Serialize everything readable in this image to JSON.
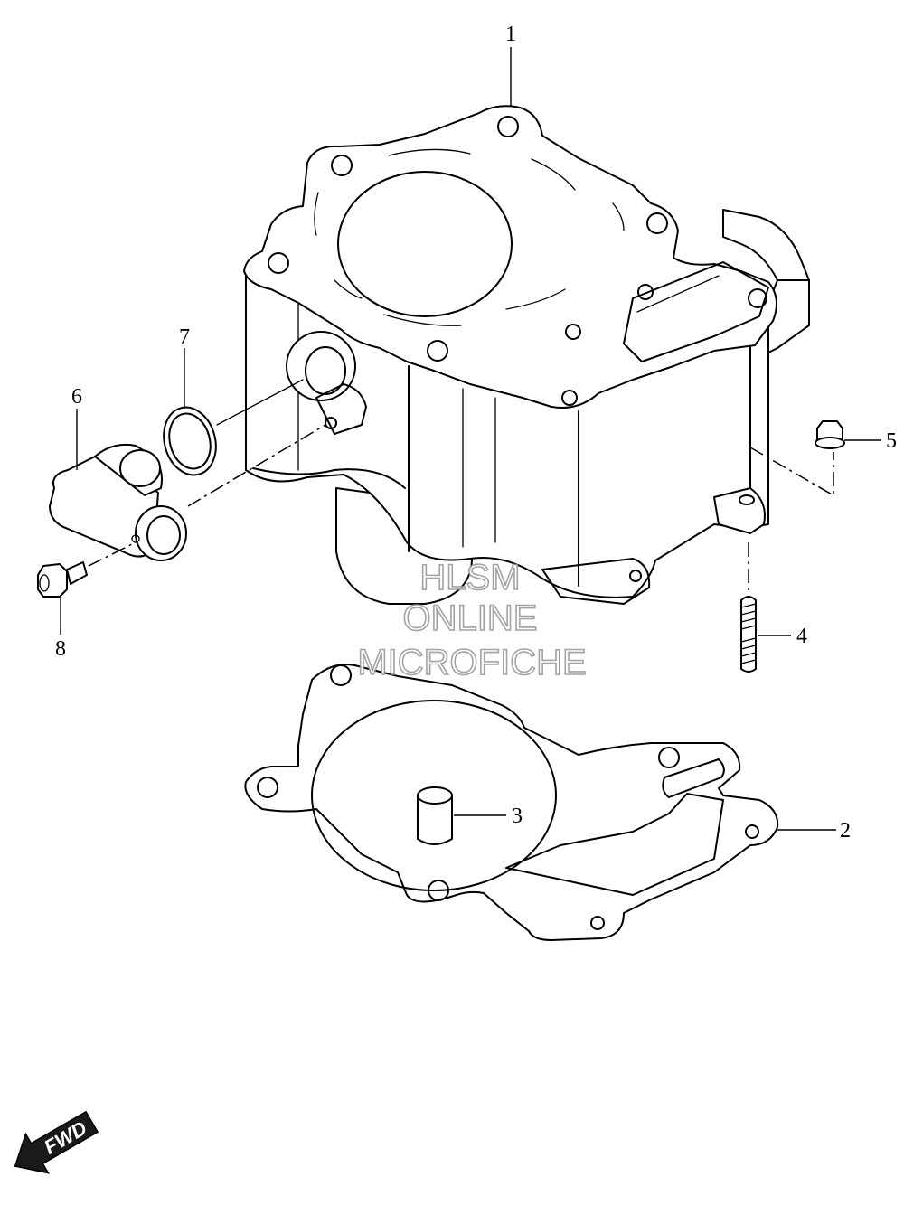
{
  "callouts": [
    {
      "id": "1",
      "label": "1"
    },
    {
      "id": "2",
      "label": "2"
    },
    {
      "id": "3",
      "label": "3"
    },
    {
      "id": "4",
      "label": "4"
    },
    {
      "id": "5",
      "label": "5"
    },
    {
      "id": "6",
      "label": "6"
    },
    {
      "id": "7",
      "label": "7"
    },
    {
      "id": "8",
      "label": "8"
    }
  ],
  "watermark": {
    "line1": "HLSM",
    "line2": "ONLINE",
    "line3": "MICROFICHE"
  },
  "direction_badge": {
    "label": "FWD",
    "icon": "forward-arrow-icon"
  }
}
